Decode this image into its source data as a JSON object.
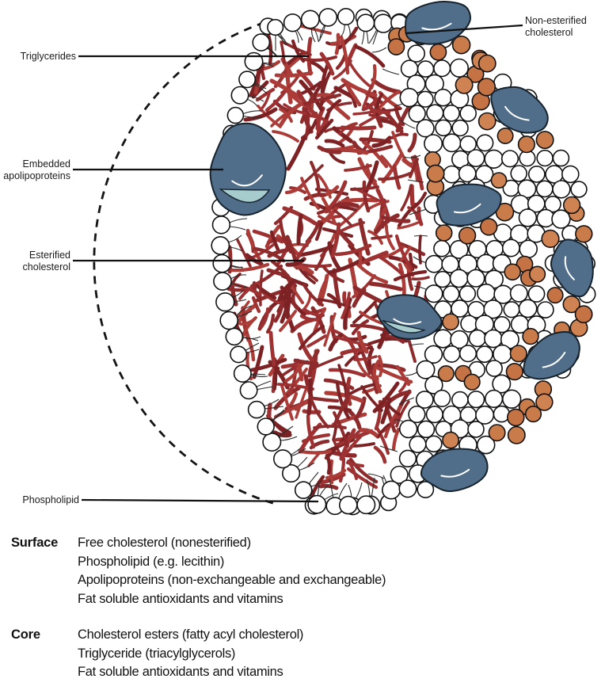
{
  "figure": {
    "labels": {
      "non_esterified": "Non-esterified cholesterol",
      "triglycerides": "Triglycerides",
      "embedded_apolipoproteins": "Embedded apolipoproteins",
      "esterified_cholesterol": "Esterified cholesterol",
      "phospholipid": "Phospholipid"
    },
    "colors": {
      "core_lipid": "#9e3132",
      "cholesterol": "#c97b4a",
      "apolipoprotein": "#506e89",
      "apolipoprotein_light": "#a6cccd",
      "phospholipid_head": "#ffffff",
      "outline": "#111111"
    }
  },
  "legend": {
    "surface": {
      "heading": "Surface",
      "items": [
        "Free cholesterol (nonesterified)",
        "Phospholipid (e.g. lecithin)",
        "Apolipoproteins (non-exchangeable and exchangeable)",
        "Fat soluble antioxidants and vitamins"
      ]
    },
    "core": {
      "heading": "Core",
      "items": [
        "Cholesterol esters (fatty acyl cholesterol)",
        "Triglyceride (triacylglycerols)",
        "Fat soluble antioxidants and vitamins"
      ]
    }
  }
}
